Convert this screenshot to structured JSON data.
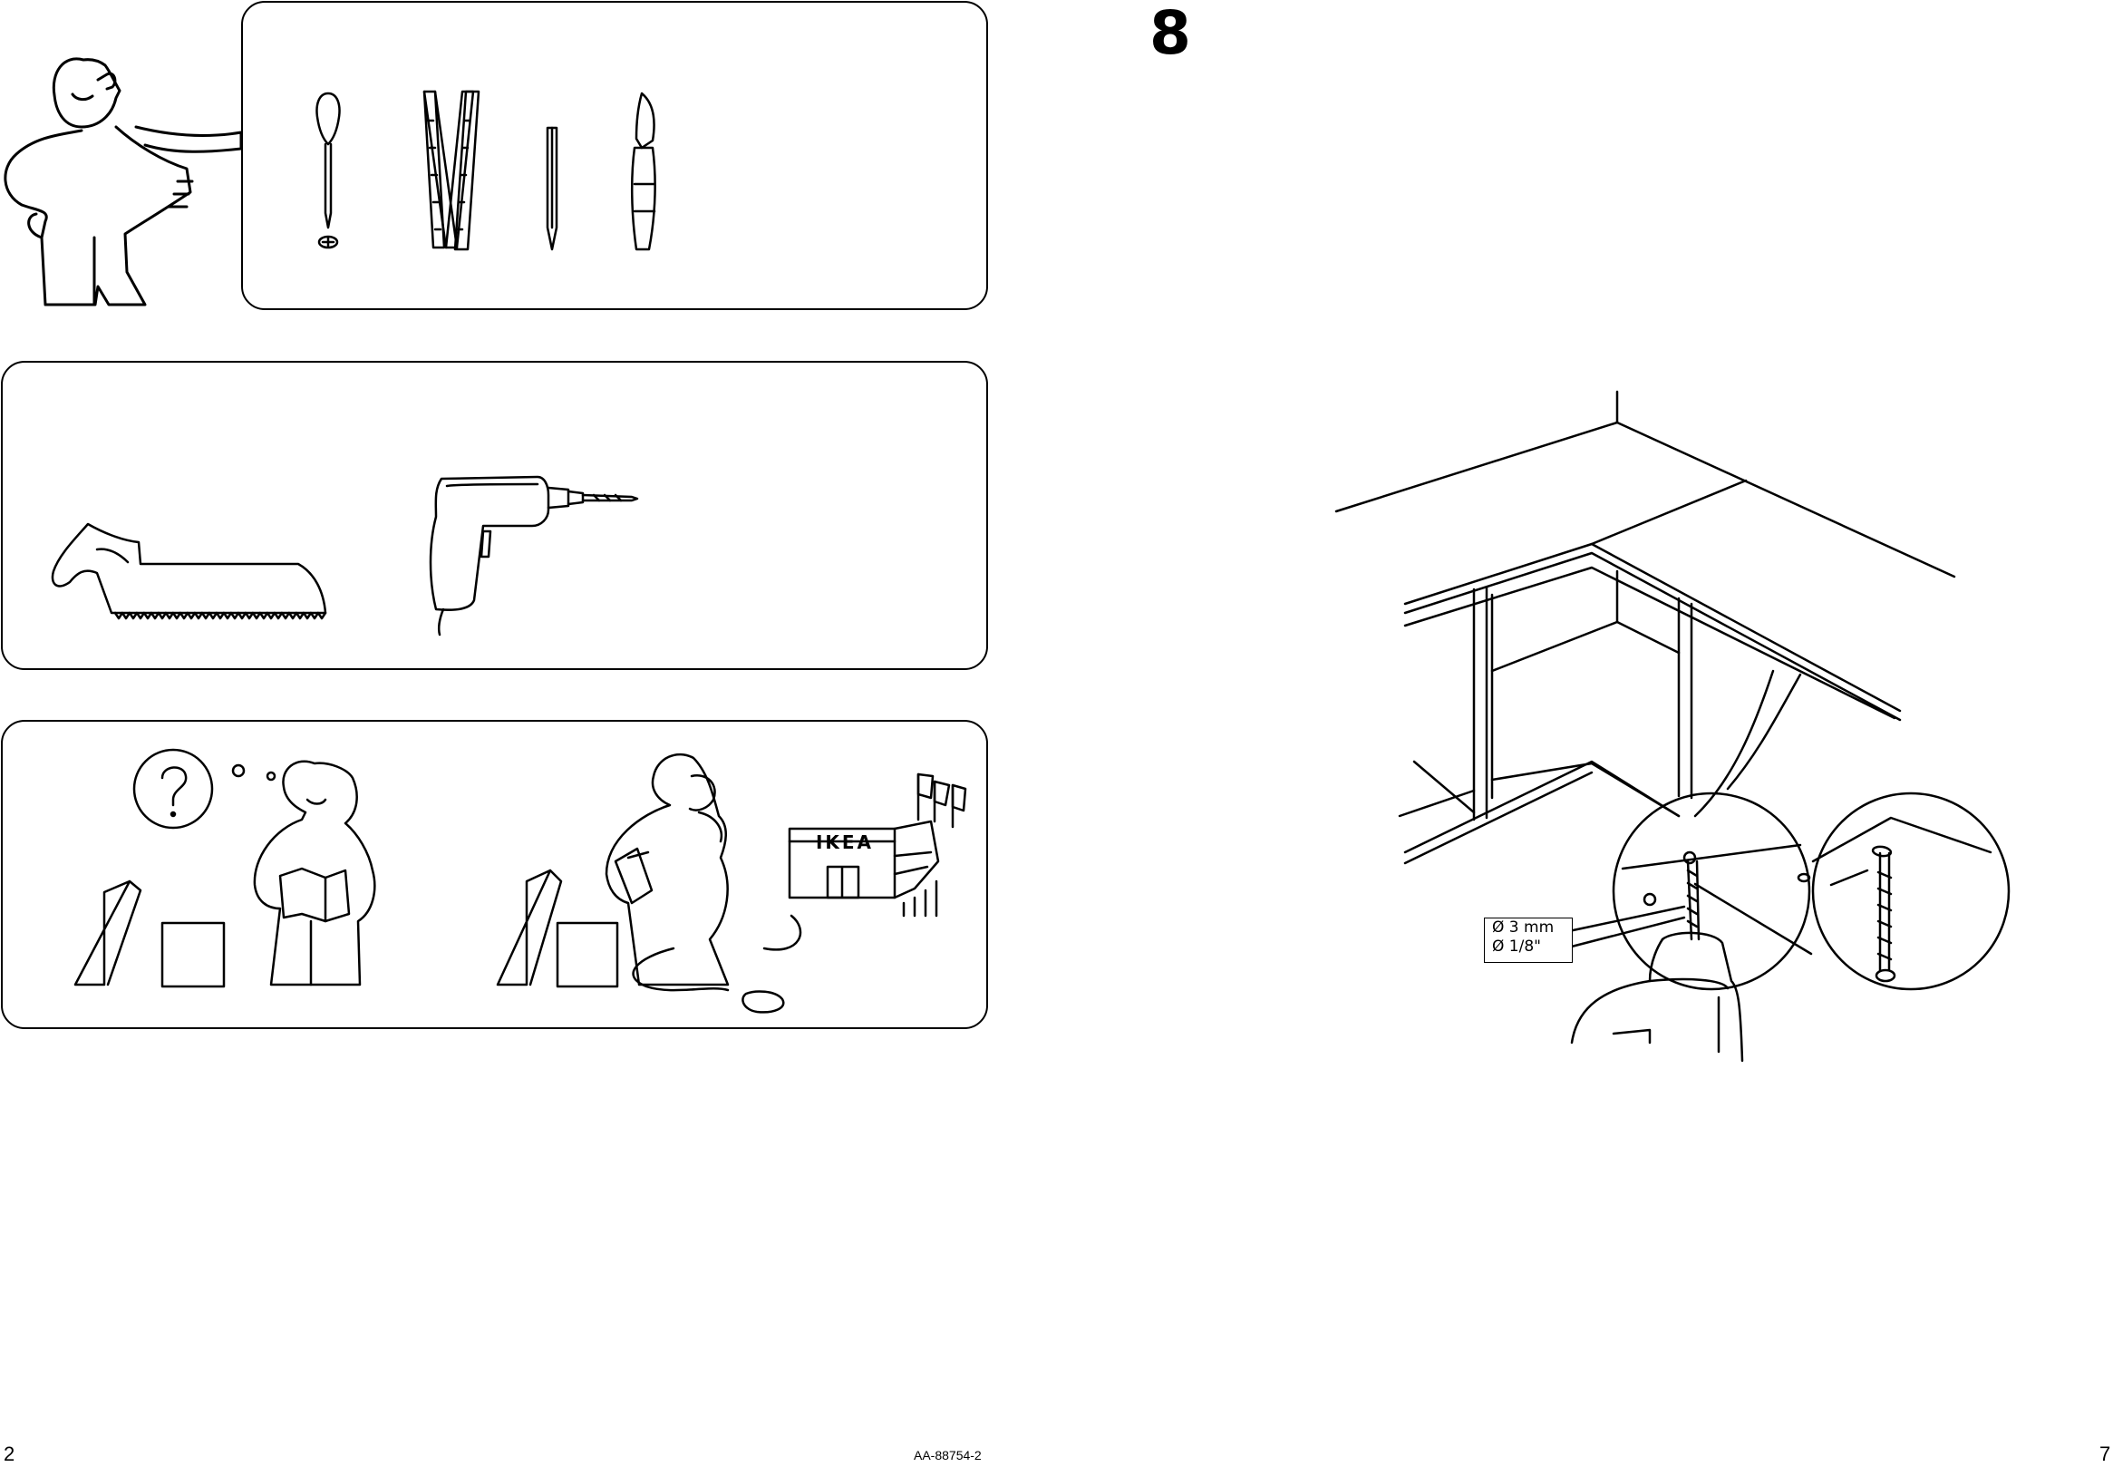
{
  "page": {
    "step_number": "8",
    "left_page_number": "2",
    "right_page_number": "7",
    "document_code": "AA-88754-2"
  },
  "panels": {
    "tools": {
      "icons": [
        "phillips-screwdriver-icon",
        "folding-ruler-icon",
        "pencil-icon",
        "utility-knife-icon"
      ]
    },
    "power_tools": {
      "icons": [
        "hand-saw-icon",
        "power-drill-icon"
      ]
    },
    "help": {
      "store_sign": "IKEA",
      "icons": [
        "question-mark-icon",
        "phone-icon",
        "store-icon"
      ]
    }
  },
  "illustration": {
    "drill_diameter_metric": "Ø 3 mm",
    "drill_diameter_imperial": "Ø 1/8\""
  }
}
